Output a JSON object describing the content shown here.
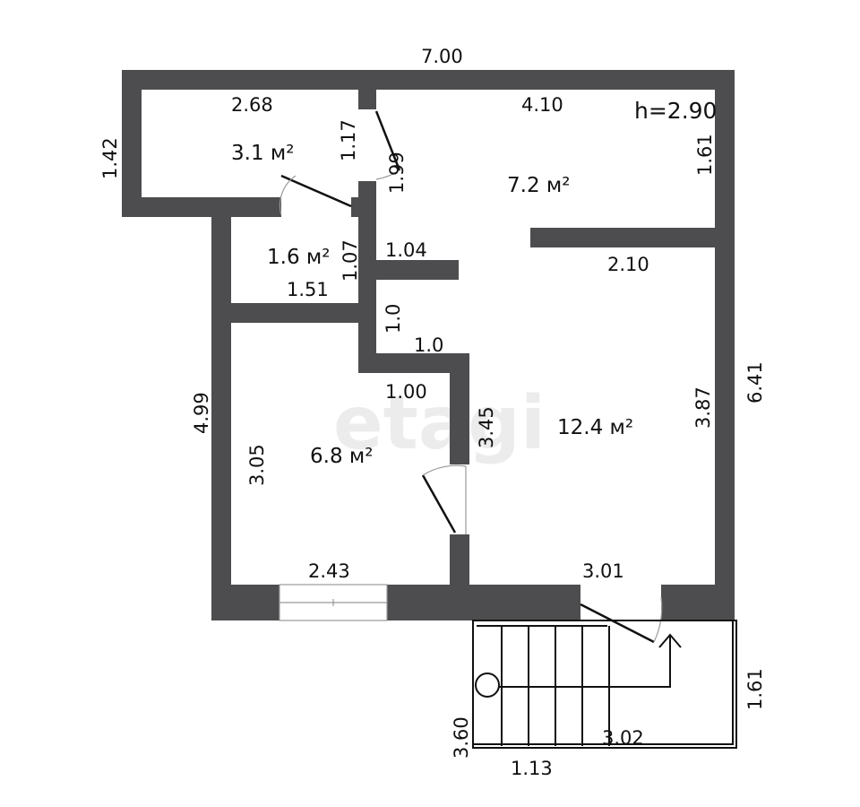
{
  "plan": {
    "ceiling_height": "h=2.90",
    "watermark": "etagi",
    "areas": {
      "storage": "3.1 м²",
      "hall_small": "1.6 м²",
      "room_top": "7.2 м²",
      "room_left": "6.8 м²",
      "room_main": "12.4 м²"
    },
    "dimensions": {
      "overall_width": "7.00",
      "overall_height": "6.41",
      "left_outer": "1.42",
      "storage_width": "2.68",
      "storage_height": "1.17",
      "door_diag": "1.99",
      "top_room_width": "4.10",
      "top_room_height": "1.61",
      "partition": "2.10",
      "hall_width_top": "1.04",
      "hall_height": "1.07",
      "hall_width_bottom": "1.51",
      "step_v": "1.0",
      "step_h": "1.0",
      "left_room_top": "1.00",
      "left_room_side": "3.45",
      "left_outer_height": "4.99",
      "left_room_height": "3.05",
      "left_room_bottom": "2.43",
      "main_bottom": "3.01",
      "main_height": "3.87",
      "stairs_right": "1.61",
      "stairs_width": "3.02",
      "stairs_left": "3.60",
      "stairs_bottom": "1.13"
    }
  }
}
